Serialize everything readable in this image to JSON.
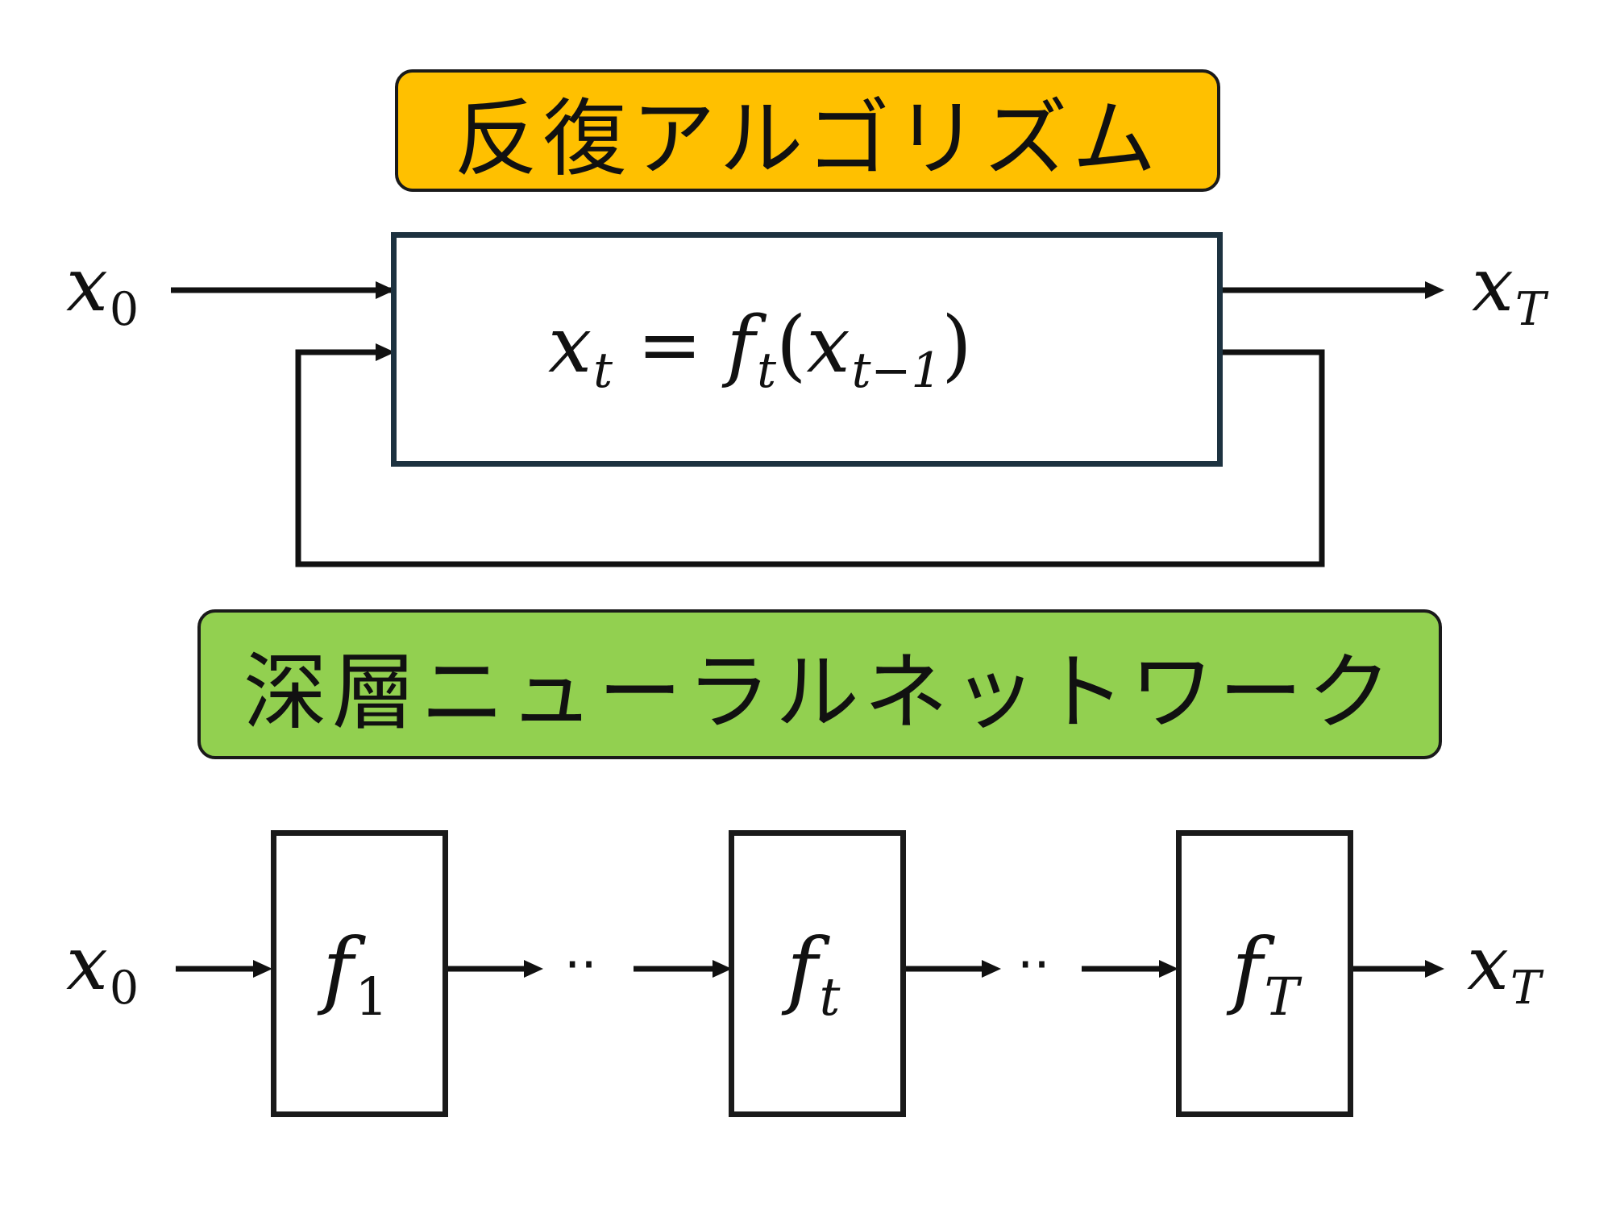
{
  "iterative": {
    "title": "反復アルゴリズム",
    "title_color": "#FFC000",
    "input_var": "x",
    "input_sub": "0",
    "output_var": "x",
    "output_sub": "T",
    "eq_lhs_var": "x",
    "eq_lhs_sub": "t",
    "eq_equals": " = ",
    "eq_fn": "f",
    "eq_fn_sub": "t",
    "eq_open": "(",
    "eq_arg_var": "x",
    "eq_arg_sub": "t−1",
    "eq_close": ")"
  },
  "dnn": {
    "title": "深層ニューラルネットワーク",
    "title_color": "#92D050",
    "input_var": "x",
    "input_sub": "0",
    "output_var": "x",
    "output_sub": "T",
    "layers": [
      {
        "fn": "f",
        "sub": "1"
      },
      {
        "fn": "f",
        "sub": "t"
      },
      {
        "fn": "f",
        "sub": "T"
      }
    ],
    "ellipsis": "··"
  }
}
